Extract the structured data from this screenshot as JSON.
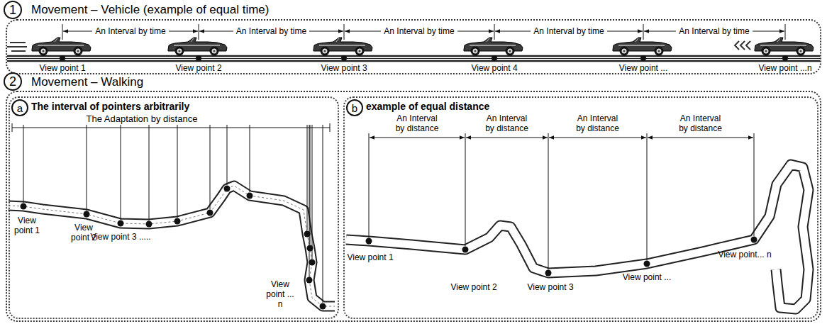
{
  "diagram": {
    "nodes": [
      {
        "text": [
          "1"
        ]
      },
      {
        "text": [
          "Movement – Vehicle (example of equal time)"
        ]
      },
      {
        "text": [
          "2"
        ]
      },
      {
        "text": [
          "Movement – Walking"
        ]
      },
      {
        "text": [
          "The interval of pointers arbitrarily"
        ],
        "in": 3
      },
      {
        "text": [
          "a"
        ],
        "in": 4
      },
      {
        "text": [
          "example of equal distance"
        ],
        "in": 3
      },
      {
        "text": [
          "b"
        ],
        "in": 6
      }
    ],
    "labels": [
      "An Interval by time",
      "An Interval by time",
      "An Interval by time",
      "An Interval by time",
      "An Interval by time",
      "View point 1",
      "View point 2",
      "View point 3",
      "View point 4",
      "View point ...",
      "View point ...n",
      "The Adaptation by distance",
      "View point 1",
      "View point 2",
      "View point 3 .....",
      "View point ... n",
      "An Interval by distance",
      "An Interval by distance",
      "An Interval by distance",
      "An Interval by distance",
      "View point 1",
      "View point 2",
      "View point 3",
      "View point ...",
      "View point... n"
    ]
  }
}
